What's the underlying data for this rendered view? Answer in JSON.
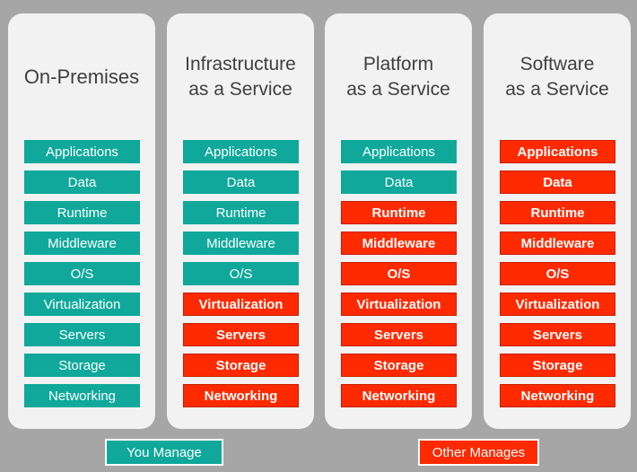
{
  "columns": [
    {
      "title": "On-Premises",
      "layers": [
        {
          "label": "Applications",
          "manager": "you"
        },
        {
          "label": "Data",
          "manager": "you"
        },
        {
          "label": "Runtime",
          "manager": "you"
        },
        {
          "label": "Middleware",
          "manager": "you"
        },
        {
          "label": "O/S",
          "manager": "you"
        },
        {
          "label": "Virtualization",
          "manager": "you"
        },
        {
          "label": "Servers",
          "manager": "you"
        },
        {
          "label": "Storage",
          "manager": "you"
        },
        {
          "label": "Networking",
          "manager": "you"
        }
      ]
    },
    {
      "title": "Infrastructure\nas a Service",
      "layers": [
        {
          "label": "Applications",
          "manager": "you"
        },
        {
          "label": "Data",
          "manager": "you"
        },
        {
          "label": "Runtime",
          "manager": "you"
        },
        {
          "label": "Middleware",
          "manager": "you"
        },
        {
          "label": "O/S",
          "manager": "you"
        },
        {
          "label": "Virtualization",
          "manager": "other"
        },
        {
          "label": "Servers",
          "manager": "other"
        },
        {
          "label": "Storage",
          "manager": "other"
        },
        {
          "label": "Networking",
          "manager": "other"
        }
      ]
    },
    {
      "title": "Platform\nas a Service",
      "layers": [
        {
          "label": "Applications",
          "manager": "you"
        },
        {
          "label": "Data",
          "manager": "you"
        },
        {
          "label": "Runtime",
          "manager": "other"
        },
        {
          "label": "Middleware",
          "manager": "other"
        },
        {
          "label": "O/S",
          "manager": "other"
        },
        {
          "label": "Virtualization",
          "manager": "other"
        },
        {
          "label": "Servers",
          "manager": "other"
        },
        {
          "label": "Storage",
          "manager": "other"
        },
        {
          "label": "Networking",
          "manager": "other"
        }
      ]
    },
    {
      "title": "Software\nas a Service",
      "layers": [
        {
          "label": "Applications",
          "manager": "other"
        },
        {
          "label": "Data",
          "manager": "other"
        },
        {
          "label": "Runtime",
          "manager": "other"
        },
        {
          "label": "Middleware",
          "manager": "other"
        },
        {
          "label": "O/S",
          "manager": "other"
        },
        {
          "label": "Virtualization",
          "manager": "other"
        },
        {
          "label": "Servers",
          "manager": "other"
        },
        {
          "label": "Storage",
          "manager": "other"
        },
        {
          "label": "Networking",
          "manager": "other"
        }
      ]
    }
  ],
  "legend": {
    "you_label": "You Manage",
    "other_label": "Other Manages"
  },
  "colors": {
    "you": "#0fa89b",
    "other": "#ff2a00",
    "background": "#a6a6a6",
    "panel": "#f2f2f2"
  }
}
